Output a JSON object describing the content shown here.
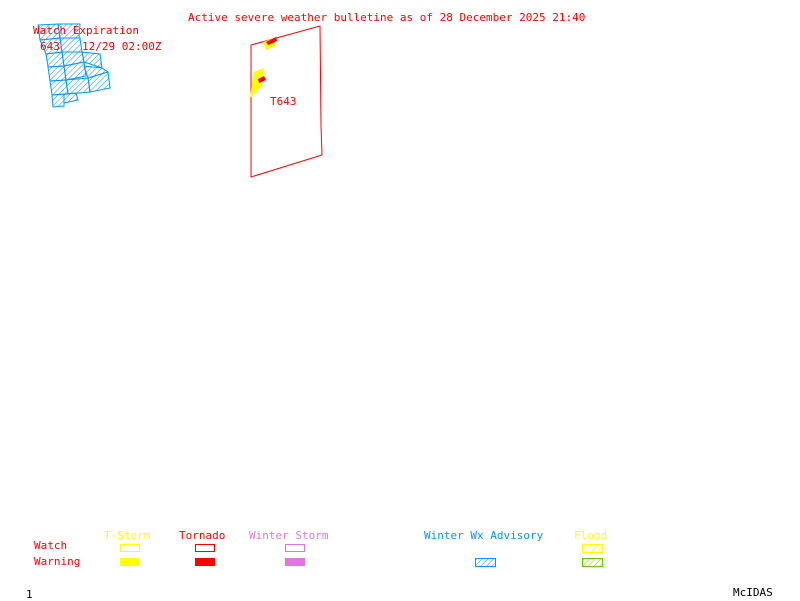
{
  "title": "Active severe weather bulletine as of 28 December 2025 21:40",
  "watch_expiration": {
    "heading": "Watch Expiration",
    "entries": [
      {
        "id": "643",
        "time": "12/29 02:00Z"
      }
    ]
  },
  "watch_label": "T643",
  "legend": {
    "rows": [
      "Watch",
      "Warning"
    ],
    "columns": [
      {
        "label": "T-Storm",
        "color": "#ffff00",
        "watch": "outline",
        "warning": "filled"
      },
      {
        "label": "Tornado",
        "color": "#ff0000",
        "watch": "outline",
        "warning": "filled"
      },
      {
        "label": "Winter Storm",
        "color": "#dd77dd",
        "watch": "outline",
        "warning": "filled"
      },
      {
        "label": "Winter Wx Advisory",
        "color": "#0099ff",
        "watch": "none",
        "warning": "hatched"
      },
      {
        "label": "Flood",
        "color": "#ffff00",
        "watch": "hatched",
        "warning": "hatched",
        "warning_color": "#66cc00"
      }
    ]
  },
  "frame_number": "1",
  "footer_brand": "McIDAS"
}
